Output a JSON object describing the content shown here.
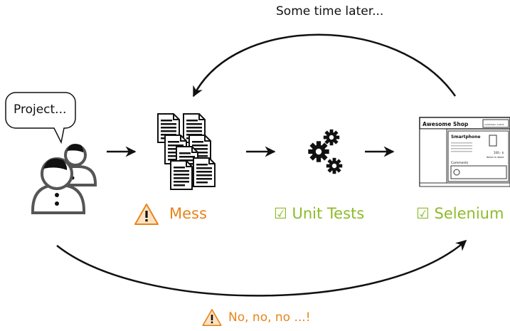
{
  "captions": {
    "top": "Some time later...",
    "bottom": "No, no, no ...!"
  },
  "speech": "Project...",
  "stages": {
    "mess": "Mess",
    "unit_tests": "☑ Unit Tests",
    "selenium": "☑ Selenium"
  },
  "shop": {
    "title": "Awesome Shop",
    "cart": "Cart/totals: 0.00 €",
    "product": "Smartphone",
    "price": "100,- $",
    "stock": "Items in stock",
    "comments": "Comments"
  },
  "colors": {
    "warning": "#e8841c",
    "ok": "#8dbb2a",
    "ink": "#111111"
  },
  "icons": [
    "warning-icon",
    "gears-icon",
    "documents-icon",
    "people-icon",
    "shop-screenshot"
  ]
}
